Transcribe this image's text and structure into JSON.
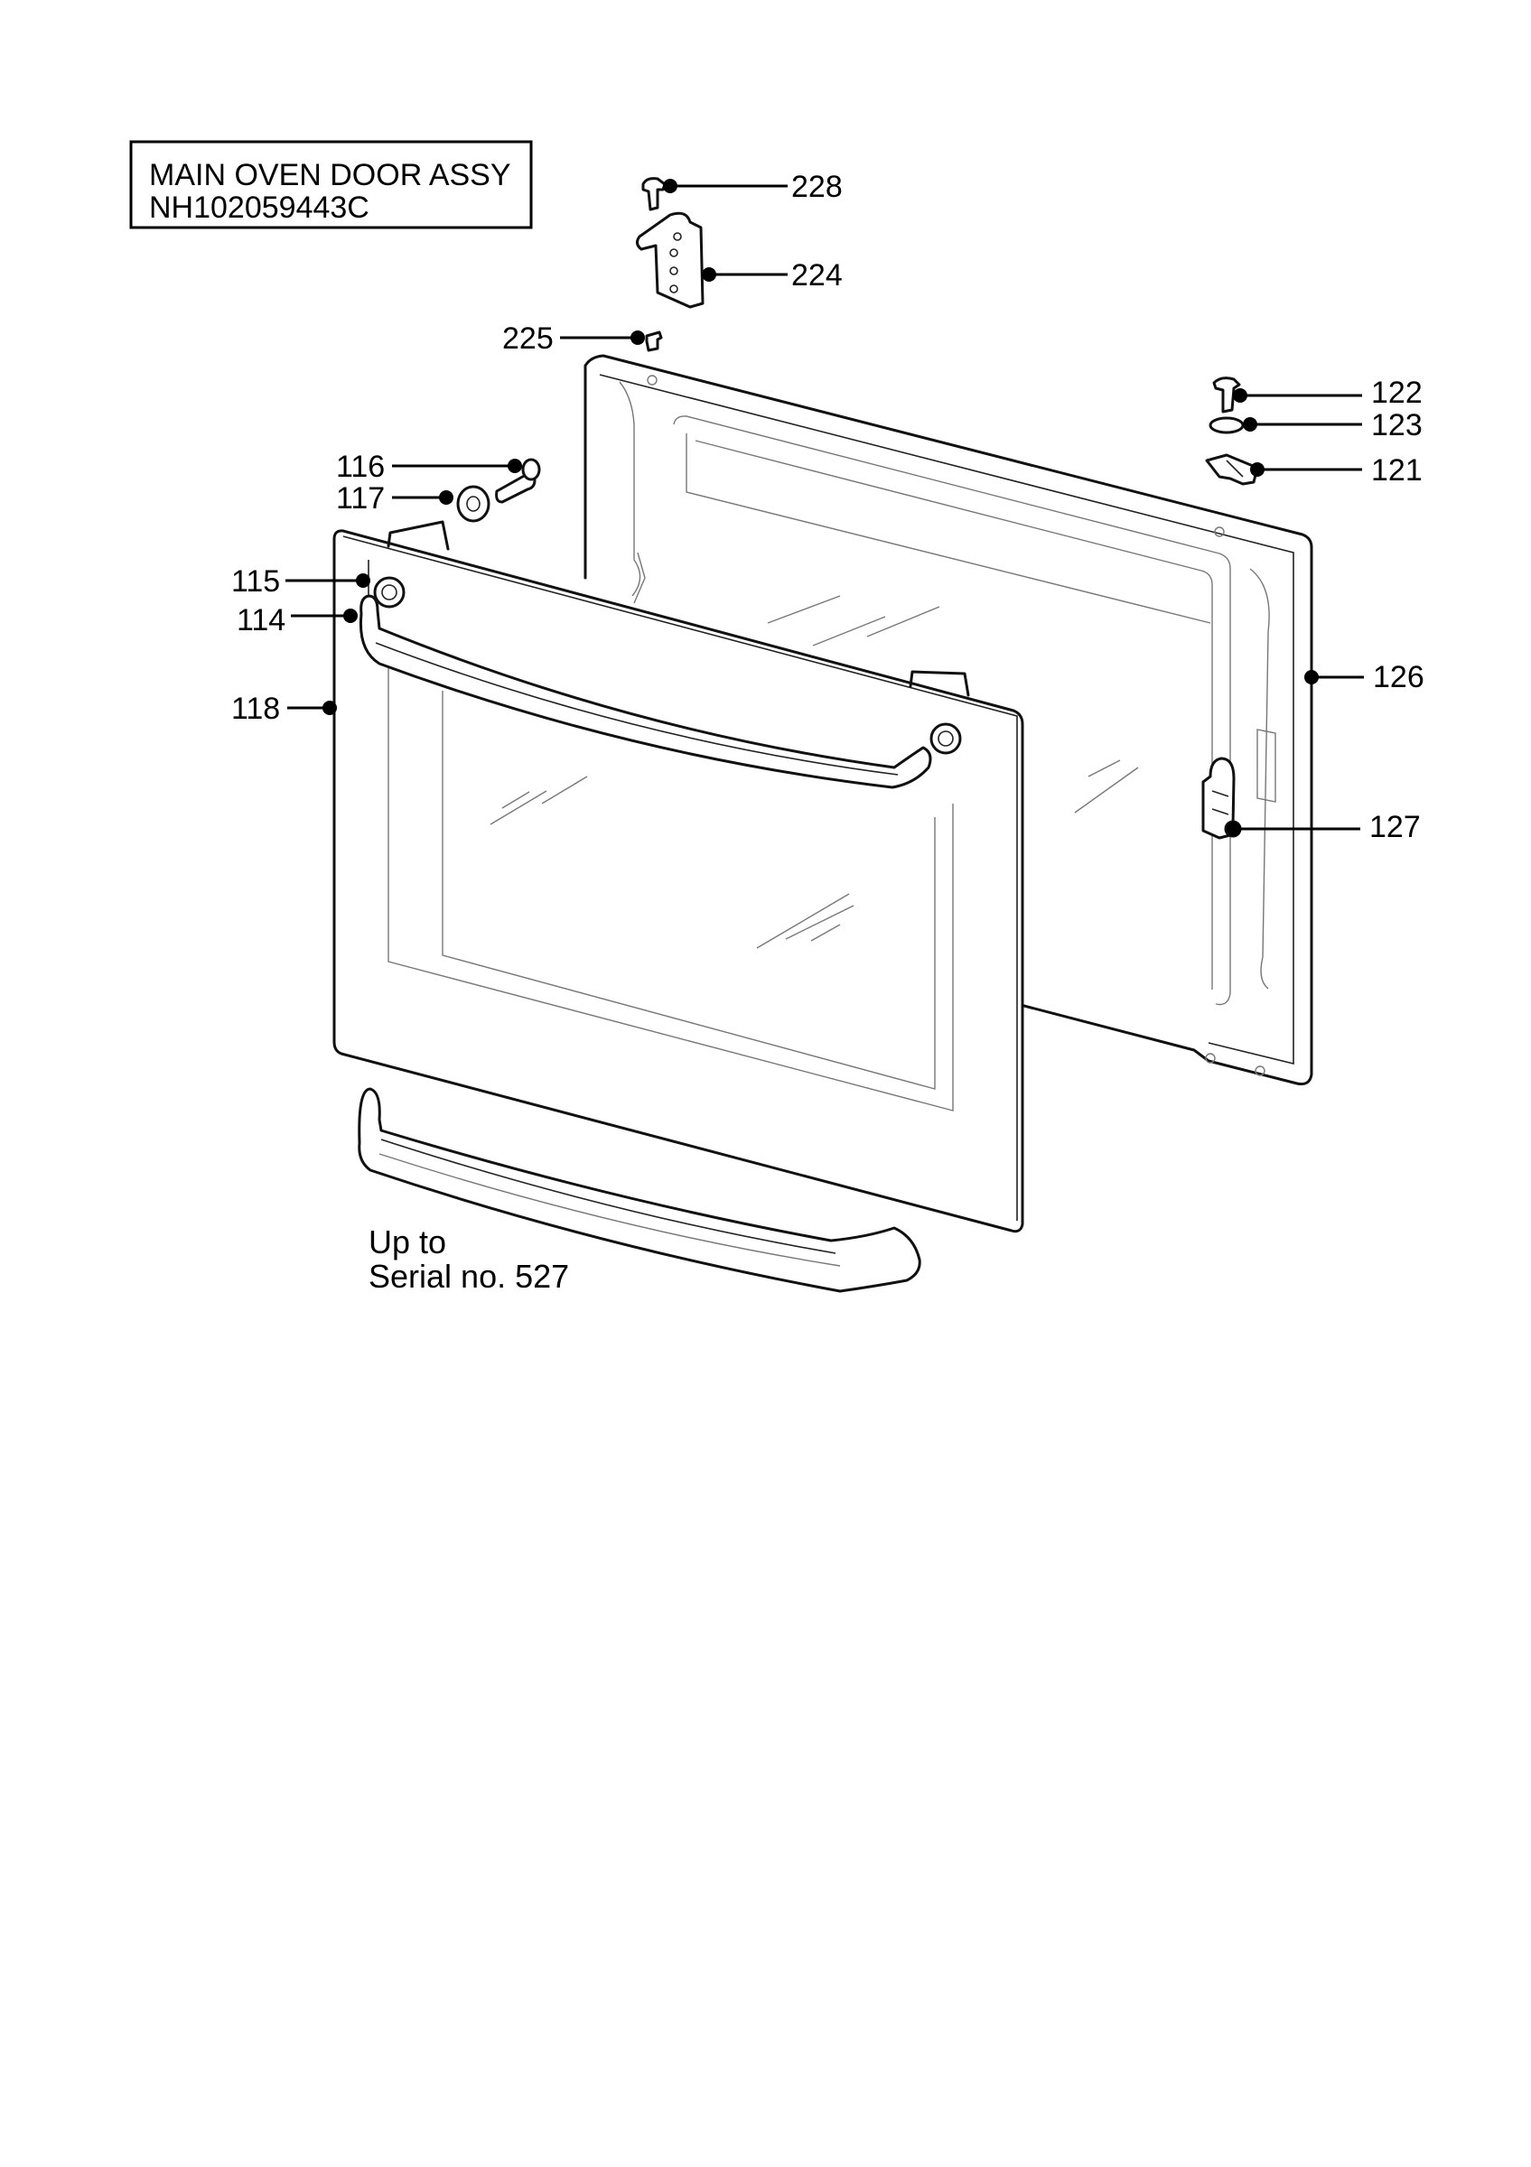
{
  "title_box": {
    "line1": "MAIN OVEN DOOR ASSY",
    "line2": "NH102059443C"
  },
  "note": {
    "line1": "Up to",
    "line2": "Serial no. 527"
  },
  "callouts": {
    "p228": "228",
    "p224": "224",
    "p225": "225",
    "p122": "122",
    "p123": "123",
    "p121": "121",
    "p116": "116",
    "p117": "117",
    "p115": "115",
    "p114": "114",
    "p118": "118",
    "p126": "126",
    "p127": "127"
  }
}
